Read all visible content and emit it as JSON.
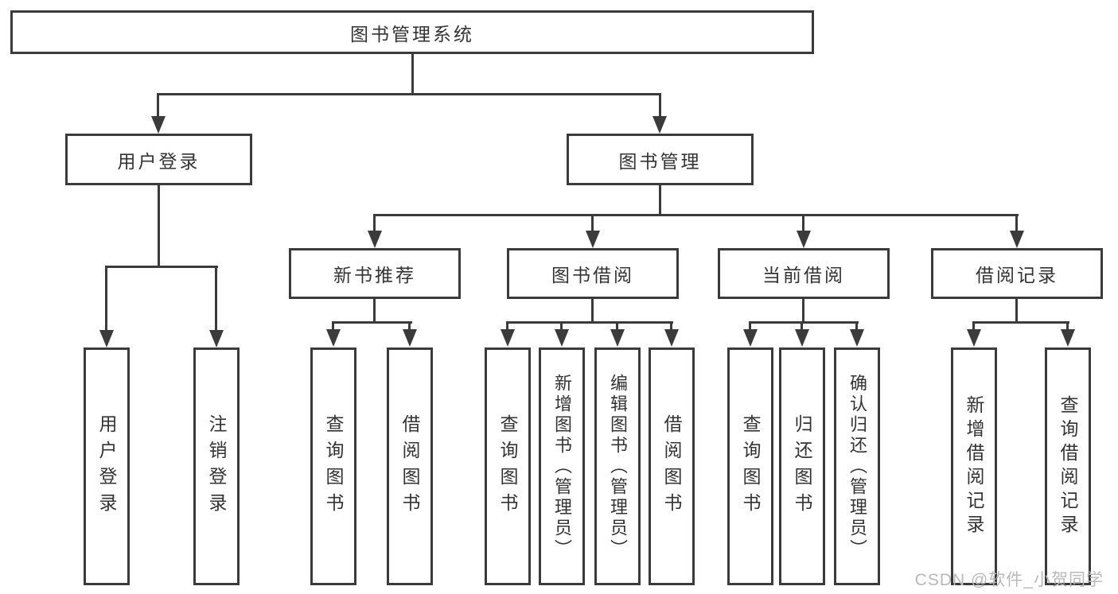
{
  "tree": {
    "label": "图书管理系统",
    "children": [
      {
        "label": "用户登录",
        "children": [
          {
            "label": "用户登录"
          },
          {
            "label": "注销登录"
          }
        ]
      },
      {
        "label": "图书管理",
        "children": [
          {
            "label": "新书推荐",
            "children": [
              {
                "label": "查询图书"
              },
              {
                "label": "借阅图书"
              }
            ]
          },
          {
            "label": "图书借阅",
            "children": [
              {
                "label": "查询图书"
              },
              {
                "label": "新增图书（管理员）"
              },
              {
                "label": "编辑图书（管理员）"
              },
              {
                "label": "借阅图书"
              }
            ]
          },
          {
            "label": "当前借阅",
            "children": [
              {
                "label": "查询图书"
              },
              {
                "label": "归还图书"
              },
              {
                "label": "确认归还（管理员）"
              }
            ]
          },
          {
            "label": "借阅记录",
            "children": [
              {
                "label": "新增借阅记录"
              },
              {
                "label": "查询借阅记录"
              }
            ]
          }
        ]
      }
    ]
  },
  "watermark": {
    "text": "CSDN @软件_小贺同学",
    "color": "#b9b9b9"
  },
  "colors": {
    "background": "#ffffff",
    "line": "#3b3b3b",
    "box_border": "#3b3b3b",
    "box_fill": "#ffffff",
    "text": "#333333"
  }
}
